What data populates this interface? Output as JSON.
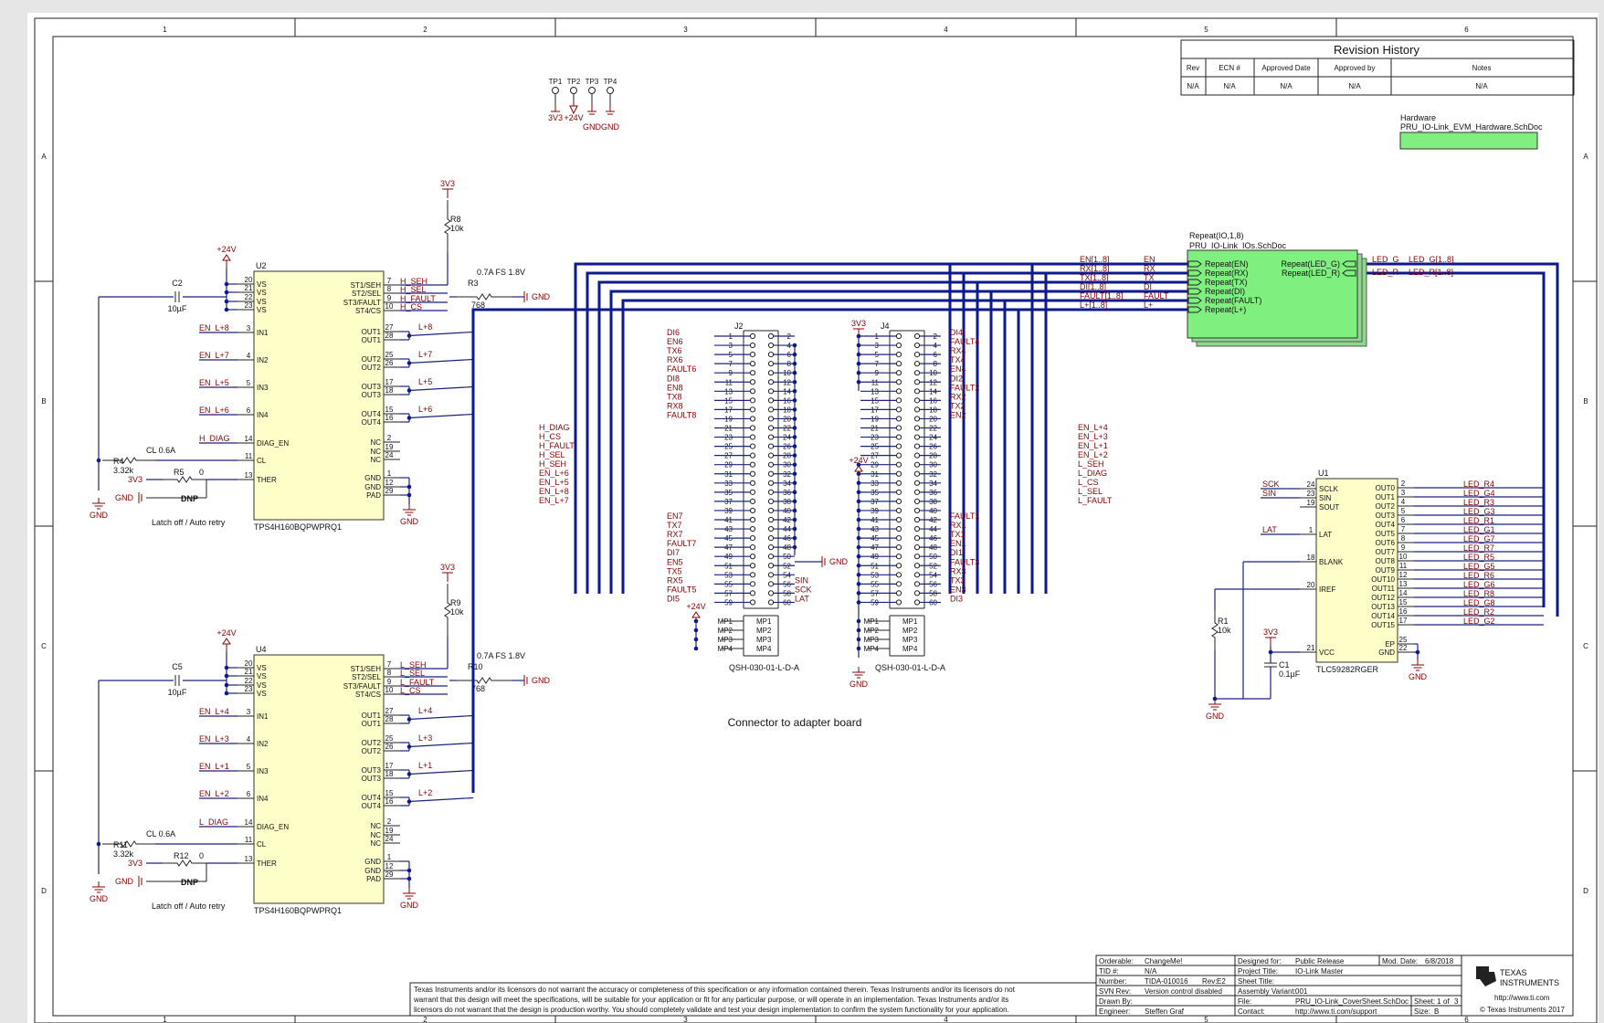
{
  "frame": {
    "columns": [
      "1",
      "2",
      "3",
      "4",
      "5",
      "6"
    ],
    "rows": [
      "A",
      "B",
      "C",
      "D"
    ]
  },
  "revision": {
    "title": "Revision History",
    "headers": [
      "Rev",
      "ECN #",
      "Approved Date",
      "Approved by",
      "Notes"
    ],
    "row": [
      "N/A",
      "N/A",
      "N/A",
      "N/A",
      "N/A"
    ]
  },
  "hardware": {
    "label": "Hardware",
    "file": "PRU_IO-Link_EVM_Hardware.SchDoc"
  },
  "testpoints": {
    "names": [
      "TP1",
      "TP2",
      "TP3",
      "TP4"
    ],
    "nets": [
      "3V3",
      "+24V",
      "GND",
      "GND"
    ]
  },
  "repeat_block": {
    "title": "Repeat(IO,1,8)",
    "file": "PRU_IO-Link_IOs.SchDoc",
    "ports_left": [
      "Repeat(EN)",
      "Repeat(RX)",
      "Repeat(TX)",
      "Repeat(DI)",
      "Repeat(FAULT)",
      "Repeat(L+)"
    ],
    "ports_right": [
      "Repeat(LED_G)",
      "Repeat(LED_R)"
    ],
    "bus_names": [
      "EN[1..8]",
      "RX[1..8]",
      "TX[1..8]",
      "DI[1..8]",
      "FAULT[1..8]",
      "L+[1..8]"
    ],
    "net_names": [
      "EN",
      "RX",
      "TX",
      "DI",
      "FAULT",
      "L+"
    ],
    "right_nets": [
      "LED_G",
      "LED_R"
    ],
    "right_buses": [
      "LED_G[1..8]",
      "LED_R[1..8]"
    ]
  },
  "u2": {
    "ref": "U2",
    "part": "TPS4H160BQPWPRQ1",
    "supply": "+24V",
    "pins_left": [
      {
        "num": "20",
        "name": "VS"
      },
      {
        "num": "21",
        "name": "VS"
      },
      {
        "num": "22",
        "name": "VS"
      },
      {
        "num": "23",
        "name": "VS"
      },
      {
        "num": "3",
        "name": "IN1"
      },
      {
        "num": "4",
        "name": "IN2"
      },
      {
        "num": "5",
        "name": "IN3"
      },
      {
        "num": "6",
        "name": "IN4"
      },
      {
        "num": "14",
        "name": "DIAG_EN"
      },
      {
        "num": "11",
        "name": "CL"
      },
      {
        "num": "13",
        "name": "THER"
      }
    ],
    "pins_right": [
      {
        "num": "7",
        "name": "ST1/SEH"
      },
      {
        "num": "8",
        "name": "ST2/SEL"
      },
      {
        "num": "9",
        "name": "ST3/FAULT"
      },
      {
        "num": "10",
        "name": "ST4/CS"
      },
      {
        "num": "27",
        "name": "OUT1"
      },
      {
        "num": "28",
        "name": "OUT1"
      },
      {
        "num": "25",
        "name": "OUT2"
      },
      {
        "num": "26",
        "name": "OUT2"
      },
      {
        "num": "17",
        "name": "OUT3"
      },
      {
        "num": "18",
        "name": "OUT3"
      },
      {
        "num": "15",
        "name": "OUT4"
      },
      {
        "num": "16",
        "name": "OUT4"
      },
      {
        "num": "2",
        "name": "NC"
      },
      {
        "num": "19",
        "name": "NC"
      },
      {
        "num": "24",
        "name": "NC"
      },
      {
        "num": "1",
        "name": "GND"
      },
      {
        "num": "12",
        "name": "GND"
      },
      {
        "num": "29",
        "name": "PAD"
      }
    ],
    "in_nets": [
      "EN_L+8",
      "EN_L+7",
      "EN_L+5",
      "EN_L+6"
    ],
    "out_nets": [
      "L+8",
      "L+7",
      "L+5",
      "L+6"
    ],
    "status_nets": [
      "H_SEH",
      "H_SEL",
      "H_FAULT",
      "H_CS"
    ],
    "diag_net": "H_DIAG",
    "cap": {
      "ref": "C2",
      "value": "10µF"
    },
    "r_cl": {
      "ref": "R4",
      "value": "3.32k"
    },
    "cl_note": "CL 0.6A",
    "r_ther": {
      "ref": "R5",
      "value": "0"
    },
    "dnp": "DNP",
    "r_pull": {
      "ref": "R8",
      "value": "10k"
    },
    "r_fs": {
      "ref": "R3",
      "value": "768"
    },
    "fs_note": "0.7A FS 1.8V",
    "note": "Latch off / Auto retry"
  },
  "u4": {
    "ref": "U4",
    "part": "TPS4H160BQPWPRQ1",
    "supply": "+24V",
    "in_nets": [
      "EN_L+4",
      "EN_L+3",
      "EN_L+1",
      "EN_L+2"
    ],
    "out_nets": [
      "L+4",
      "L+3",
      "L+1",
      "L+2"
    ],
    "status_nets": [
      "L_SEH",
      "L_SEL",
      "L_FAULT",
      "L_CS"
    ],
    "diag_net": "L_DIAG",
    "cap": {
      "ref": "C5",
      "value": "10µF"
    },
    "r_cl": {
      "ref": "R11",
      "value": "3.32k"
    },
    "cl_note": "CL 0.6A",
    "r_ther": {
      "ref": "R12",
      "value": "0"
    },
    "dnp": "DNP",
    "r_pull": {
      "ref": "R9",
      "value": "10k"
    },
    "r_fs": {
      "ref": "R10",
      "value": "768"
    },
    "fs_note": "0.7A FS 1.8V",
    "note": "Latch off / Auto retry"
  },
  "nets_common": {
    "v33": "3V3",
    "gnd": "GND",
    "v24": "+24V"
  },
  "j2": {
    "ref": "J2",
    "part": "QSH-030-01-L-D-A",
    "left_nets": [
      "DI6",
      "EN6",
      "TX6",
      "RX6",
      "FAULT6",
      "DI8",
      "EN8",
      "TX8",
      "RX8",
      "FAULT8",
      "",
      "",
      "",
      "",
      "",
      "",
      "",
      "",
      "",
      "",
      "EN7",
      "TX7",
      "RX7",
      "FAULT7",
      "DI7",
      "EN5",
      "TX5",
      "RX5",
      "FAULT5",
      "DI5"
    ],
    "right_nets": [
      "",
      "",
      "",
      "",
      "",
      "",
      "",
      "",
      "",
      "",
      "",
      "",
      "",
      "",
      "",
      "",
      "",
      "",
      "",
      "",
      "",
      "",
      "",
      "",
      "",
      "",
      "",
      "SIN",
      "SCK",
      "LAT"
    ],
    "h_nets": [
      "H_DIAG",
      "H_CS",
      "H_FAULT",
      "H_SEL",
      "H_SEH",
      "EN_L+6",
      "EN_L+5",
      "EN_L+8",
      "EN_L+7"
    ],
    "mp": [
      "MP1",
      "MP2",
      "MP3",
      "MP4"
    ]
  },
  "j4": {
    "ref": "J4",
    "part": "QSH-030-01-L-D-A",
    "right_nets": [
      "DI4",
      "FAULT4",
      "RX4",
      "TX4",
      "EN4",
      "DI2",
      "FAULT2",
      "RX2",
      "TX2",
      "EN2",
      "",
      "",
      "",
      "",
      "",
      "",
      "",
      "",
      "",
      "",
      "FAULT1",
      "RX1",
      "TX1",
      "EN1",
      "DI1",
      "FAULT3",
      "RX3",
      "TX3",
      "EN3",
      "DI3"
    ],
    "l_nets": [
      "EN_L+4",
      "EN_L+3",
      "EN_L+1",
      "EN_L+2",
      "L_SEH",
      "L_DIAG",
      "L_CS",
      "L_SEL",
      "L_FAULT"
    ],
    "mp": [
      "MP1",
      "MP2",
      "MP3",
      "MP4"
    ]
  },
  "connector_caption": "Connector to adapter board",
  "u1": {
    "ref": "U1",
    "part": "TLC59282RGER",
    "pins_left": [
      {
        "net": "SCK",
        "num": "24",
        "name": "SCLK"
      },
      {
        "net": "SIN",
        "num": "23",
        "name": "SIN"
      },
      {
        "net": "",
        "num": "19",
        "name": "SOUT"
      },
      {
        "net": "LAT",
        "num": "1",
        "name": "LAT"
      },
      {
        "net": "",
        "num": "18",
        "name": "BLANK"
      },
      {
        "net": "",
        "num": "20",
        "name": "IREF"
      },
      {
        "net": "",
        "num": "21",
        "name": "VCC"
      }
    ],
    "outs": [
      {
        "num": "2",
        "name": "OUT0",
        "net": "LED_R4"
      },
      {
        "num": "3",
        "name": "OUT1",
        "net": "LED_G4"
      },
      {
        "num": "4",
        "name": "OUT2",
        "net": "LED_R3"
      },
      {
        "num": "5",
        "name": "OUT3",
        "net": "LED_G3"
      },
      {
        "num": "6",
        "name": "OUT4",
        "net": "LED_R1"
      },
      {
        "num": "7",
        "name": "OUT5",
        "net": "LED_G1"
      },
      {
        "num": "8",
        "name": "OUT6",
        "net": "LED_G7"
      },
      {
        "num": "9",
        "name": "OUT7",
        "net": "LED_R7"
      },
      {
        "num": "10",
        "name": "OUT8",
        "net": "LED_R5"
      },
      {
        "num": "11",
        "name": "OUT9",
        "net": "LED_G5"
      },
      {
        "num": "12",
        "name": "OUT10",
        "net": "LED_R6"
      },
      {
        "num": "13",
        "name": "OUT11",
        "net": "LED_G6"
      },
      {
        "num": "14",
        "name": "OUT12",
        "net": "LED_R8"
      },
      {
        "num": "15",
        "name": "OUT13",
        "net": "LED_G8"
      },
      {
        "num": "16",
        "name": "OUT14",
        "net": "LED_R2"
      },
      {
        "num": "17",
        "name": "OUT15",
        "net": "LED_G2"
      }
    ],
    "ep": {
      "num": "25",
      "name": "EP"
    },
    "gndpin": {
      "num": "22",
      "name": "GND"
    },
    "r1": {
      "ref": "R1",
      "value": "10k"
    },
    "c1": {
      "ref": "C1",
      "value": "0.1µF"
    }
  },
  "title_block": {
    "orderable": "Orderable:",
    "orderable_v": "ChangeMe!",
    "tid": "TID #:",
    "tid_v": "N/A",
    "number": "Number:",
    "number_v": "TIDA-010016",
    "rev": "Rev:",
    "rev_v": "E2",
    "svn": "SVN Rev:",
    "svn_v": "Version control disabled",
    "drawn": "Drawn By:",
    "engineer": "Engineer:",
    "engineer_v": "Steffen Graf",
    "designed": "Designed for:",
    "designed_v": "Public Release",
    "mod": "Mod. Date:",
    "mod_v": "6/8/2018",
    "project": "Project Title:",
    "project_v": "IO-Link Master",
    "sheet_title": "Sheet Title:",
    "assembly": "Assembly Variant:",
    "assembly_v": "001",
    "sheet": "Sheet:",
    "sheet_v": "1",
    "of": "of",
    "of_v": "3",
    "file": "File:",
    "file_v": "PRU_IO-Link_CoverSheet.SchDoc",
    "size": "Size:",
    "size_v": "B",
    "contact": "Contact:",
    "contact_v": "http://www.ti.com/support",
    "brand1": "TEXAS",
    "brand2": "INSTRUMENTS",
    "url": "http://www.ti.com",
    "copyright": "© Texas Instruments 2017",
    "disclaimer": [
      "Texas Instruments and/or its licensors do not warrant the accuracy or completeness of this specification or any information contained therein. Texas Instruments and/or its licensors do not",
      "warrant that this design will meet the specifications, will be suitable for your application or fit for any particular purpose, or will operate in an implementation. Texas Instruments and/or its",
      "licensors do not warrant that the design is production worthy. You should completely validate and test your design implementation to confirm the system functionality for your application."
    ]
  }
}
